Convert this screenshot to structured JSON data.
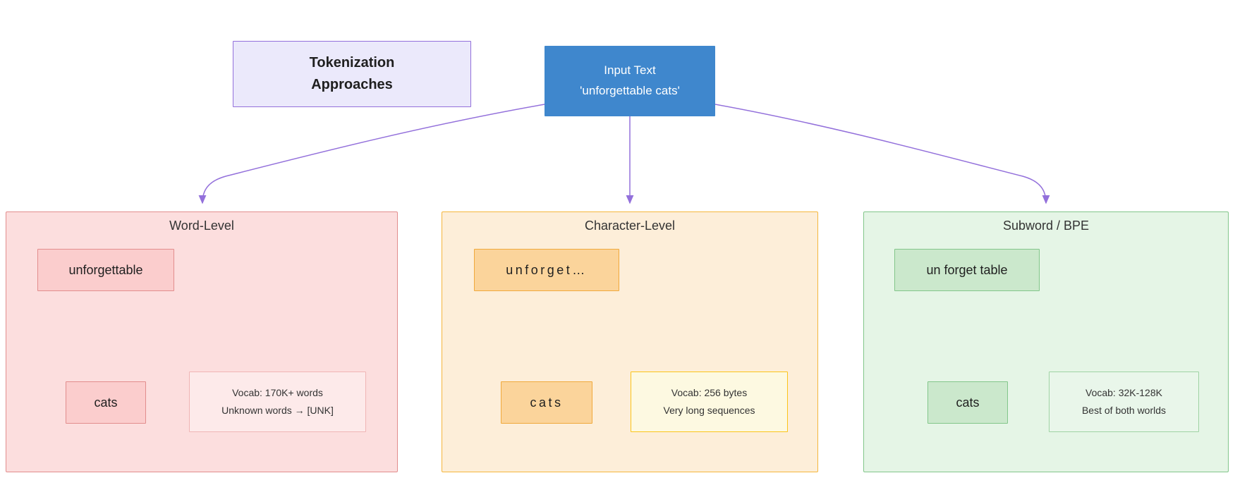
{
  "diagram": {
    "title_node": {
      "name": "tokenization-approaches-title",
      "line1": "Tokenization",
      "line2": "Approaches",
      "fill": "#ebe9fb",
      "stroke": "#9370db",
      "text_color": "#1f1f1f"
    },
    "input_node": {
      "name": "input-text",
      "line1": "Input Text",
      "line2": "'unforgettable cats'",
      "fill": "#3f87cd",
      "stroke": "#3f87cd",
      "text_color": "#ffffff"
    },
    "edge_color": "#9370db",
    "clusters": [
      {
        "id": "word-level",
        "label": "Word-Level",
        "fill": "#fcdede",
        "stroke": "#e28d8d",
        "token_fill": "#fbcdcd",
        "token_stroke": "#e28d8d",
        "tokens": [
          {
            "name": "token-unforgettable",
            "text": "unforgettable"
          },
          {
            "name": "token-cats",
            "text": "cats"
          }
        ],
        "note": {
          "name": "word-level-note",
          "line1": "Vocab: 170K+ words",
          "line2": "Unknown words → [UNK]",
          "fill": "#fdeaea",
          "stroke": "#f0b5b5"
        }
      },
      {
        "id": "character-level",
        "label": "Character-Level",
        "fill": "#fdeed9",
        "stroke": "#f5b63c",
        "token_fill": "#fbd49b",
        "token_stroke": "#f0a93c",
        "tokens": [
          {
            "name": "token-unforget-chars",
            "text": "unforget…"
          },
          {
            "name": "token-cats-chars",
            "text": "cats"
          }
        ],
        "note": {
          "name": "character-level-note",
          "line1": "Vocab: 256 bytes",
          "line2": "Very long sequences",
          "fill": "#fdf9e1",
          "stroke": "#fbc419"
        }
      },
      {
        "id": "subword-bpe",
        "label": "Subword / BPE",
        "fill": "#e5f5e6",
        "stroke": "#82c68a",
        "token_fill": "#cbe8cc",
        "token_stroke": "#82c68a",
        "tokens": [
          {
            "name": "token-un-forget-table",
            "text": "un forget table"
          },
          {
            "name": "token-cats-subword",
            "text": "cats"
          }
        ],
        "note": {
          "name": "subword-bpe-note",
          "line1": "Vocab: 32K-128K",
          "line2": "Best of both worlds",
          "fill": "#e9f6ea",
          "stroke": "#9fd3a4"
        }
      }
    ]
  }
}
